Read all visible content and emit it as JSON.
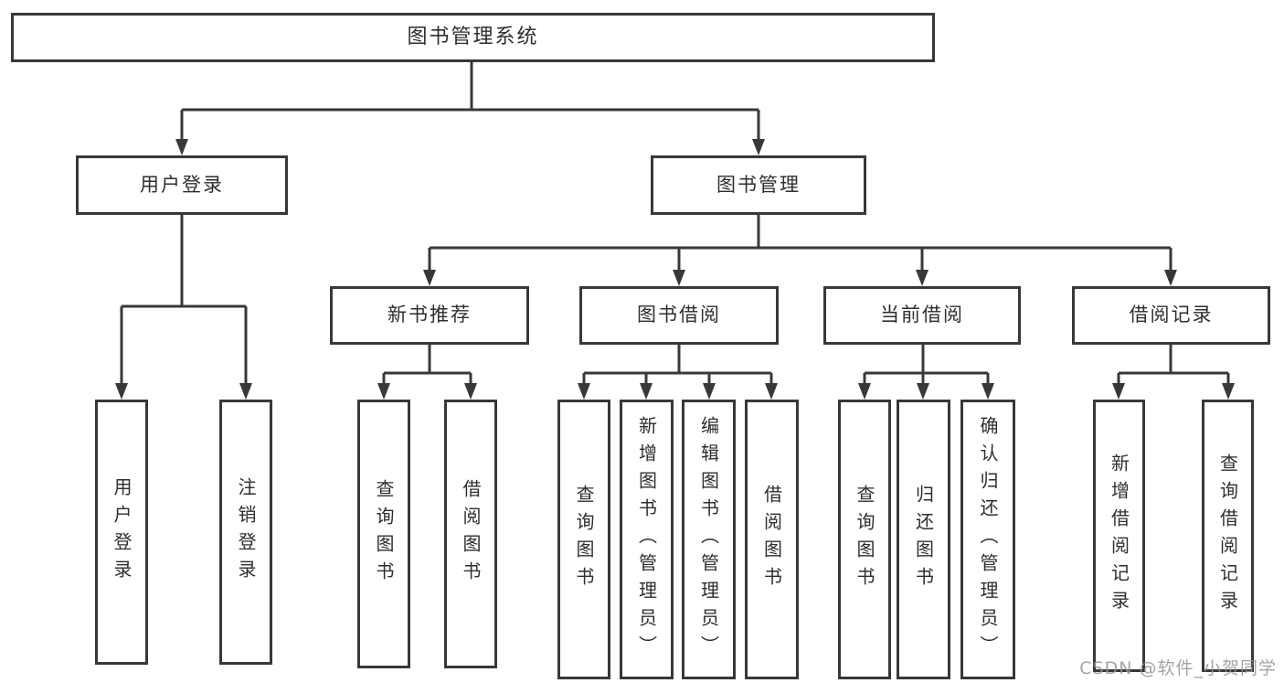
{
  "diagram_title": "图书管理系统",
  "nodes": {
    "root": {
      "label": "图书管理系统"
    },
    "user_login": {
      "label": "用户登录"
    },
    "book_mgmt": {
      "label": "图书管理"
    },
    "new_book_rec": {
      "label": "新书推荐"
    },
    "book_borrow": {
      "label": "图书借阅"
    },
    "current_borrow": {
      "label": "当前借阅"
    },
    "borrow_records": {
      "label": "借阅记录"
    },
    "leaf_user_login": {
      "label": "用户登录"
    },
    "leaf_logout": {
      "label": "注销登录"
    },
    "leaf_query_book_rec": {
      "label": "查询图书"
    },
    "leaf_borrow_book_rec": {
      "label": "借阅图书"
    },
    "leaf_query_book_borrow": {
      "label": "查询图书"
    },
    "leaf_add_book": {
      "label": "新增图书（管理员）"
    },
    "leaf_edit_book": {
      "label": "编辑图书（管理员）"
    },
    "leaf_borrow_book_borrow": {
      "label": "借阅图书"
    },
    "leaf_query_book_current": {
      "label": "查询图书"
    },
    "leaf_return_book": {
      "label": "归还图书"
    },
    "leaf_confirm_return": {
      "label": "确认归还（管理员）"
    },
    "leaf_add_borrow_record": {
      "label": "新增借阅记录"
    },
    "leaf_query_borrow_record": {
      "label": "查询借阅记录"
    }
  },
  "hierarchy": {
    "图书管理系统": {
      "用户登录": [
        "用户登录",
        "注销登录"
      ],
      "图书管理": {
        "新书推荐": [
          "查询图书",
          "借阅图书"
        ],
        "图书借阅": [
          "查询图书",
          "新增图书（管理员）",
          "编辑图书（管理员）",
          "借阅图书"
        ],
        "当前借阅": [
          "查询图书",
          "归还图书",
          "确认归还（管理员）"
        ],
        "借阅记录": [
          "新增借阅记录",
          "查询借阅记录"
        ]
      }
    }
  },
  "watermark": {
    "text": "CSDN @软件_小贺同学"
  },
  "colors": {
    "background": "#ffffff",
    "line": "#383838",
    "box_border": "#383838",
    "text": "#2e2e2e",
    "watermark": "#949494"
  }
}
